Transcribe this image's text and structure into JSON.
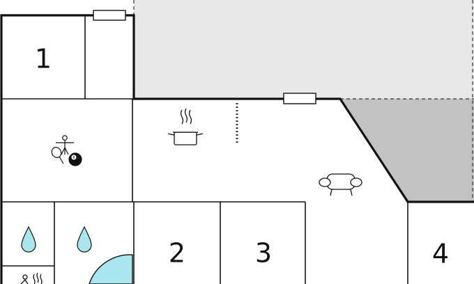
{
  "rooms": [
    {
      "id": "room-1",
      "number": "1"
    },
    {
      "id": "room-2",
      "number": "2"
    },
    {
      "id": "room-3",
      "number": "3"
    },
    {
      "id": "room-4",
      "number": "4"
    }
  ],
  "icons": [
    "game-room-icon",
    "kitchen-pot-icon",
    "sofa-icon",
    "water-drop-icon",
    "water-drop-icon",
    "sauna-icon",
    "pool-icon"
  ],
  "colors": {
    "wall": "#111111",
    "terrace": "#e8e8e8",
    "covered_terrace": "#c2c2c2",
    "water": "#a9e6ef"
  }
}
